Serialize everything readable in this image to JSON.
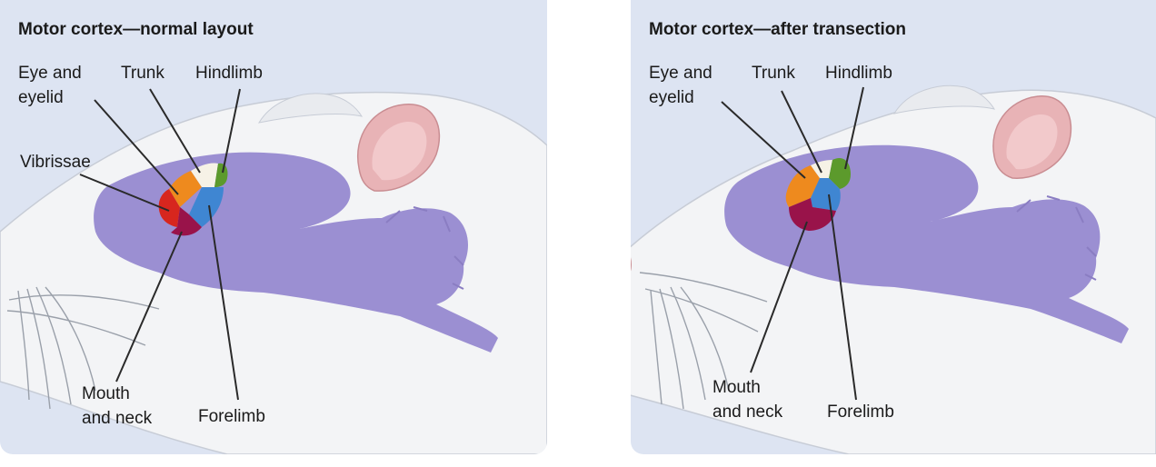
{
  "panels": [
    {
      "title": "Motor cortex—normal layout",
      "labels": {
        "eye": "Eye and\neyelid",
        "trunk": "Trunk",
        "hindlimb": "Hindlimb",
        "vibrissae": "Vibrissae",
        "mouth": "Mouth\nand neck",
        "forelimb": "Forelimb"
      }
    },
    {
      "title": "Motor cortex—after transection",
      "labels": {
        "eye": "Eye and\neyelid",
        "trunk": "Trunk",
        "hindlimb": "Hindlimb",
        "mouth": "Mouth\nand neck",
        "forelimb": "Forelimb"
      }
    }
  ],
  "colors": {
    "panel_bg": "#dde4f2",
    "fur": "#f3f4f6",
    "brain": "#9b8fd2",
    "ear": "#e8b3b6",
    "vibrissae_region": "#d7261e",
    "eye_region": "#ee8a1e",
    "trunk_region": "#f6f2e6",
    "hindlimb_region": "#5c9a2c",
    "forelimb_region": "#3f86d2",
    "mouth_region": "#99134a"
  }
}
